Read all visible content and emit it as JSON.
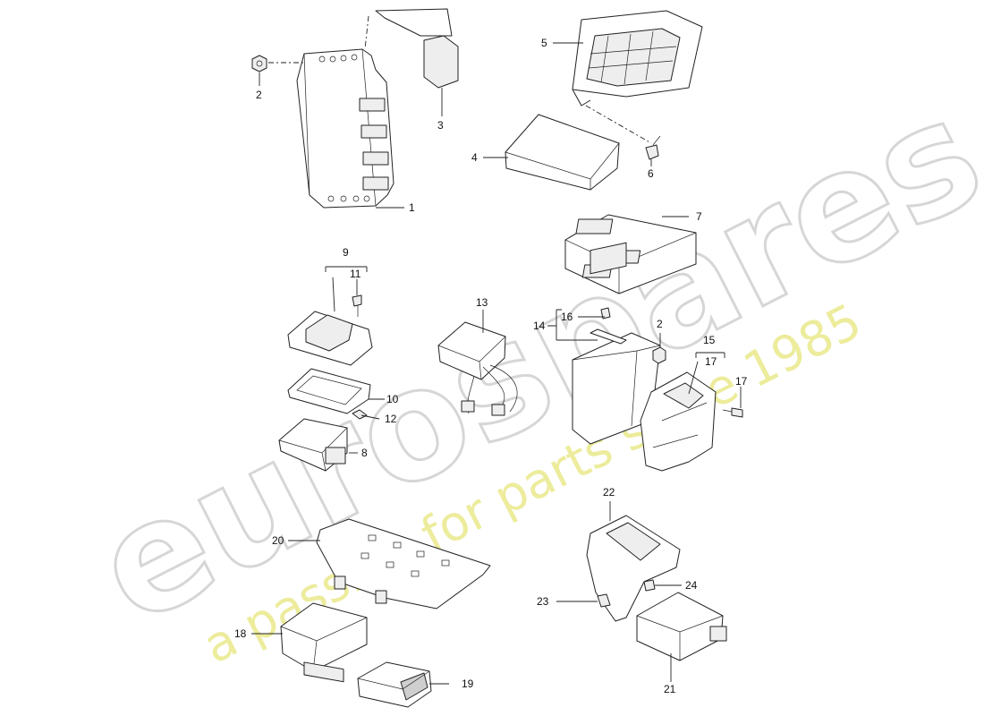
{
  "watermark": {
    "logo": "eurospares",
    "tagline": "a passion for parts since 1985"
  },
  "callouts": {
    "c1": "1",
    "c2": "2",
    "c2b": "2",
    "c3": "3",
    "c4": "4",
    "c5": "5",
    "c6": "6",
    "c7": "7",
    "c8": "8",
    "c9": "9",
    "c10": "10",
    "c11": "11",
    "c12": "12",
    "c13": "13",
    "c14": "14",
    "c15": "15",
    "c16": "16",
    "c17": "17",
    "c17b": "17",
    "c18": "18",
    "c19": "19",
    "c20": "20",
    "c21": "21",
    "c22": "22",
    "c23": "23",
    "c24": "24"
  },
  "colors": {
    "line": "#222222",
    "watermark_outline": "#d6d6d6",
    "watermark_tagline": "#ecec9c"
  }
}
